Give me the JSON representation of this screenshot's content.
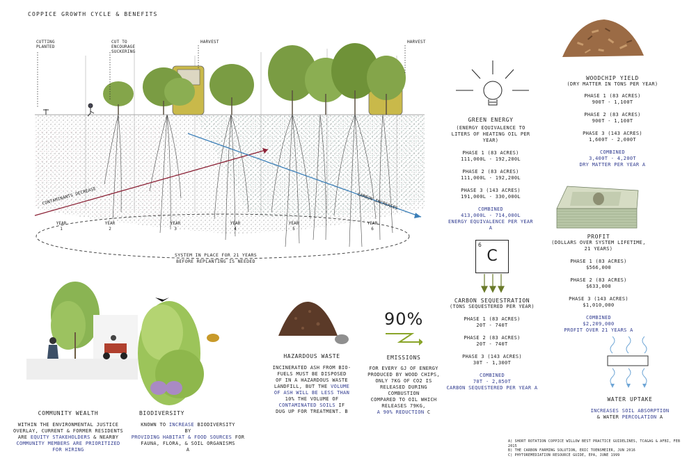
{
  "title": "Coppice Growth Cycle & Benefits",
  "cycle": {
    "tags": {
      "cutting_planted": "Cutting Planted",
      "cut_to_encourage": "Cut to Encourage Suckering",
      "harvest_1": "Harvest",
      "harvest_2": "Harvest"
    },
    "arrows": {
      "contaminants": "Contaminants Decrease",
      "carbon": "Carbon Increases"
    },
    "years": [
      {
        "label": "Year",
        "num": "1"
      },
      {
        "label": "Year",
        "num": "2"
      },
      {
        "label": "Year",
        "num": "3"
      },
      {
        "label": "Year",
        "num": "4"
      },
      {
        "label": "Year",
        "num": "5"
      },
      {
        "label": "Year",
        "num": "6"
      }
    ],
    "system_note": "System in place for 21 years before replanting is needed"
  },
  "green_energy": {
    "title": "Green Energy",
    "subtitle": "(energy equivalence to liters of heating oil per year)",
    "phases": [
      {
        "name": "Phase 1 (83 acres)",
        "value": "111,000L - 192,200L"
      },
      {
        "name": "Phase 2 (83 acres)",
        "value": "111,000L - 192,200L"
      },
      {
        "name": "Phase 3 (143 acres)",
        "value": "191,000L - 330,000L"
      }
    ],
    "combined_label": "Combined",
    "combined_value": "413,000L - 714,000L",
    "combined_note": "energy equivalence per year a"
  },
  "woodchip": {
    "title": "Woodchip Yield",
    "subtitle": "(dry matter in tons per year)",
    "phases": [
      {
        "name": "Phase 1 (83 acres)",
        "value": "900t - 1,100t"
      },
      {
        "name": "Phase 2 (83 acres)",
        "value": "900t - 1,100t"
      },
      {
        "name": "Phase 3 (143 acres)",
        "value": "1,600t - 2,000t"
      }
    ],
    "combined_label": "Combined",
    "combined_value": "3,400t - 4,200t",
    "combined_note": "dry matter per year a"
  },
  "profit": {
    "title": "Profit",
    "subtitle": "(dollars over system lifetime, 21 years)",
    "phases": [
      {
        "name": "Phase 1 (83 acres)",
        "value": "$566,000"
      },
      {
        "name": "Phase 2 (83 acres)",
        "value": "$633,000"
      },
      {
        "name": "Phase 3 (143 acres)",
        "value": "$1,010,000"
      }
    ],
    "combined_label": "Combined",
    "combined_value": "$2,209,000",
    "combined_note": "profit over 21 years a"
  },
  "carbon": {
    "element_number": "6",
    "element_symbol": "C",
    "title": "Carbon Sequestration",
    "subtitle": "(tons sequestered per year)",
    "phases": [
      {
        "name": "Phase 1 (83 acres)",
        "value": "20t - 740t"
      },
      {
        "name": "Phase 2 (83 acres)",
        "value": "20t - 740t"
      },
      {
        "name": "Phase 3 (143 acres)",
        "value": "30t - 1,300t"
      }
    ],
    "combined_label": "Combined",
    "combined_value": "70t - 2,850t",
    "combined_note": "carbon sequestered per year a"
  },
  "water": {
    "title": "Water Uptake",
    "line1": "increases soil absorption",
    "line2_plain": "& water",
    "line2_blue": "percolation",
    "line2_end": "a"
  },
  "emissions": {
    "percent": "90%",
    "title": "Emissions",
    "lines": [
      "For every GJ of energy",
      "produced by wood chips,",
      "only 7kg of CO2 is",
      "released during",
      "combustion",
      "compared to oil which",
      "releases 79kg,"
    ],
    "last_blue": "a 90% reduction",
    "last_end": "c"
  },
  "hazardous": {
    "title": "Hazardous Waste",
    "l1": "Incinerated ash from bio-",
    "l2": "fuels must be disposed",
    "l3": "of in a hazardous waste",
    "l4a": "landfill, but the",
    "l4b": "volume",
    "l5": "of ash will be less than",
    "l6": "10%",
    "l6b": "the volume of",
    "l7": "contaminated soils",
    "l7b": "if",
    "l8": "dug up for treatment. b"
  },
  "community": {
    "title": "Community Wealth",
    "l1": "Within the environmental justice",
    "l2": "overlay, current & former residents",
    "l3a": "are",
    "l3b": "equity stakeholders",
    "l3c": "& nearby",
    "l4": "community members are prioritized",
    "l5": "for hiring"
  },
  "biodiversity": {
    "title": "Biodiversity",
    "l1a": "Known to",
    "l1b": "increase",
    "l1c": "biodiversity by",
    "l2": "providing habitat & food sources",
    "l2b": "for",
    "l3": "fauna, flora, & soil organisms a"
  },
  "footnotes": [
    "a) short rotation coppice willow best practice guidelines, TCAGAG & AFBI, Feb 2015",
    "b) the carbon farming solution, Eric Toensmeier, Jun 2016",
    "c) phytoremediation resource guide, EPA, June 1999"
  ]
}
